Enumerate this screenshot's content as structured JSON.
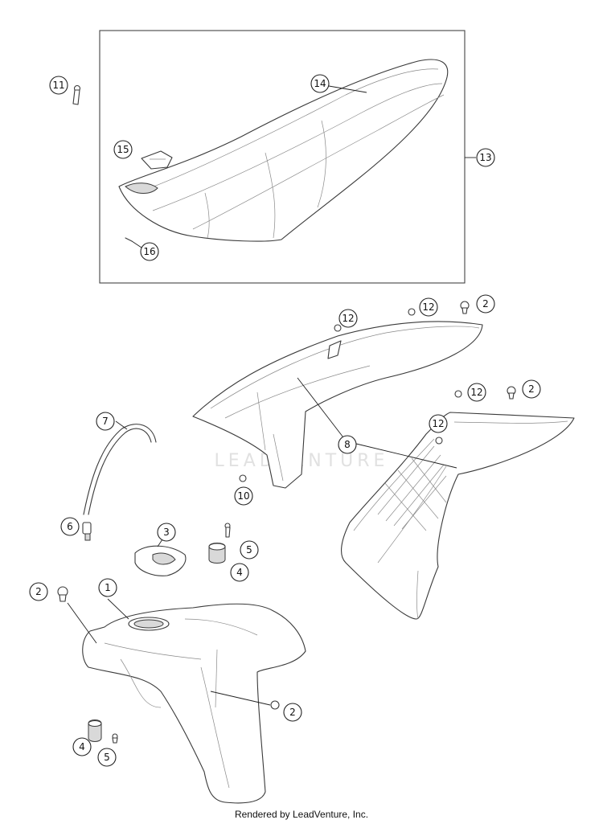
{
  "watermark": "LEADVENTURE",
  "footer": "Rendered by LeadVenture, Inc.",
  "callouts": {
    "c1": "1",
    "c2a": "2",
    "c2b": "2",
    "c2c": "2",
    "c2d": "2",
    "c3": "3",
    "c4a": "4",
    "c4b": "4",
    "c5a": "5",
    "c5b": "5",
    "c6": "6",
    "c7": "7",
    "c8": "8",
    "c10": "10",
    "c11": "11",
    "c12a": "12",
    "c12b": "12",
    "c12c": "12",
    "c12d": "12",
    "c13": "13",
    "c14": "14",
    "c15": "15",
    "c16": "16"
  }
}
